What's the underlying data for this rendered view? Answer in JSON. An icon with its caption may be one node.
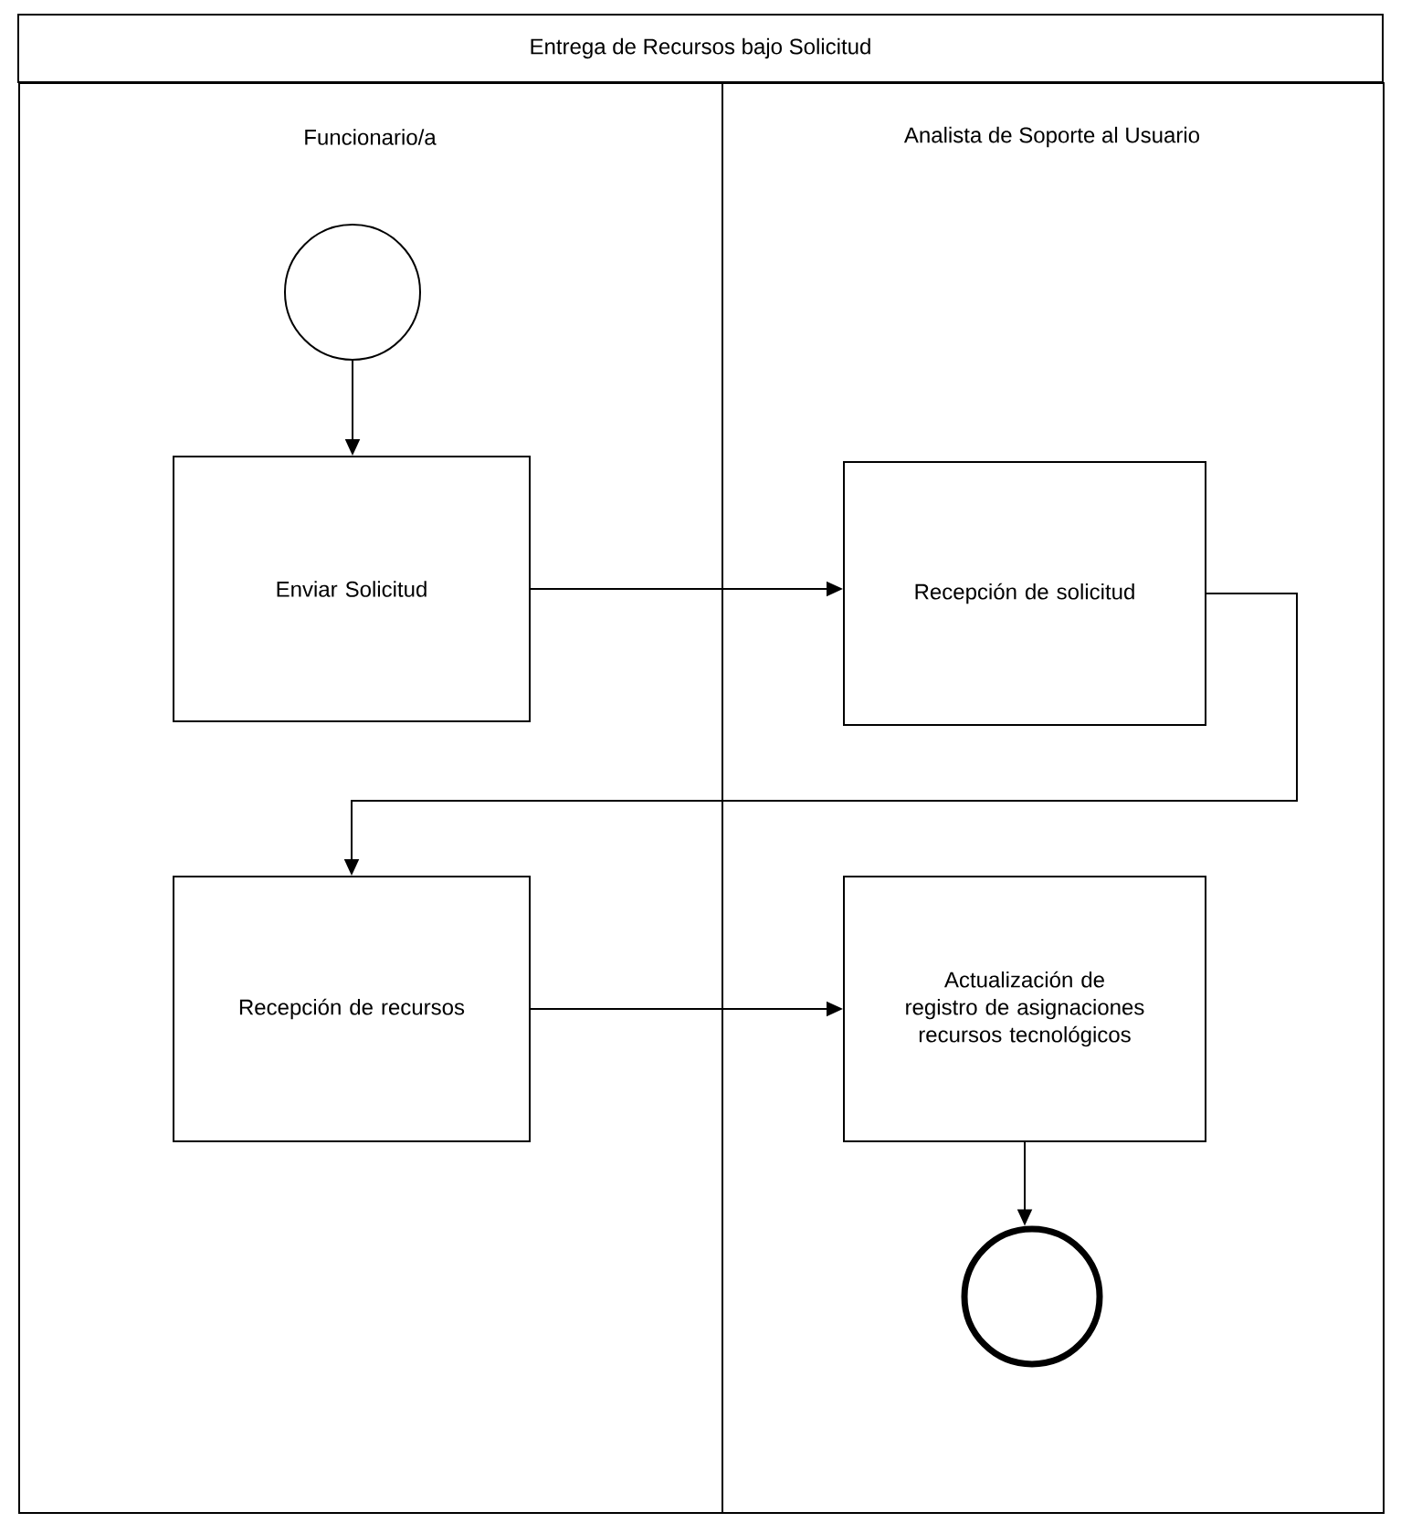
{
  "diagram": {
    "title": "Entrega de Recursos bajo Solicitud",
    "nodes": [
      {
        "text": [
          "Funcionario/a"
        ]
      },
      {
        "text": [
          "Analista de Soporte al Usuario"
        ]
      },
      {
        "text": [],
        "shape": "circle",
        "in": 0
      },
      {
        "text": [
          "Enviar Solicitud"
        ],
        "in": 0
      },
      {
        "text": [
          "Recepción de solicitud"
        ],
        "in": 1
      },
      {
        "text": [
          "Recepción de recursos"
        ],
        "in": 0
      },
      {
        "text": [
          "Actualización de registro de asignaciones recursos tecnológicos"
        ],
        "in": 1
      },
      {
        "text": [],
        "shape": "circle",
        "in": 1
      }
    ],
    "edges": [
      {
        "from": 2,
        "to": 3,
        "arrow": "to"
      },
      {
        "from": 3,
        "to": 4,
        "arrow": "to"
      },
      {
        "from": 4,
        "to": 5,
        "arrow": "to"
      },
      {
        "from": 5,
        "to": 6,
        "arrow": "to"
      },
      {
        "from": 6,
        "to": 7,
        "arrow": "to"
      }
    ]
  }
}
